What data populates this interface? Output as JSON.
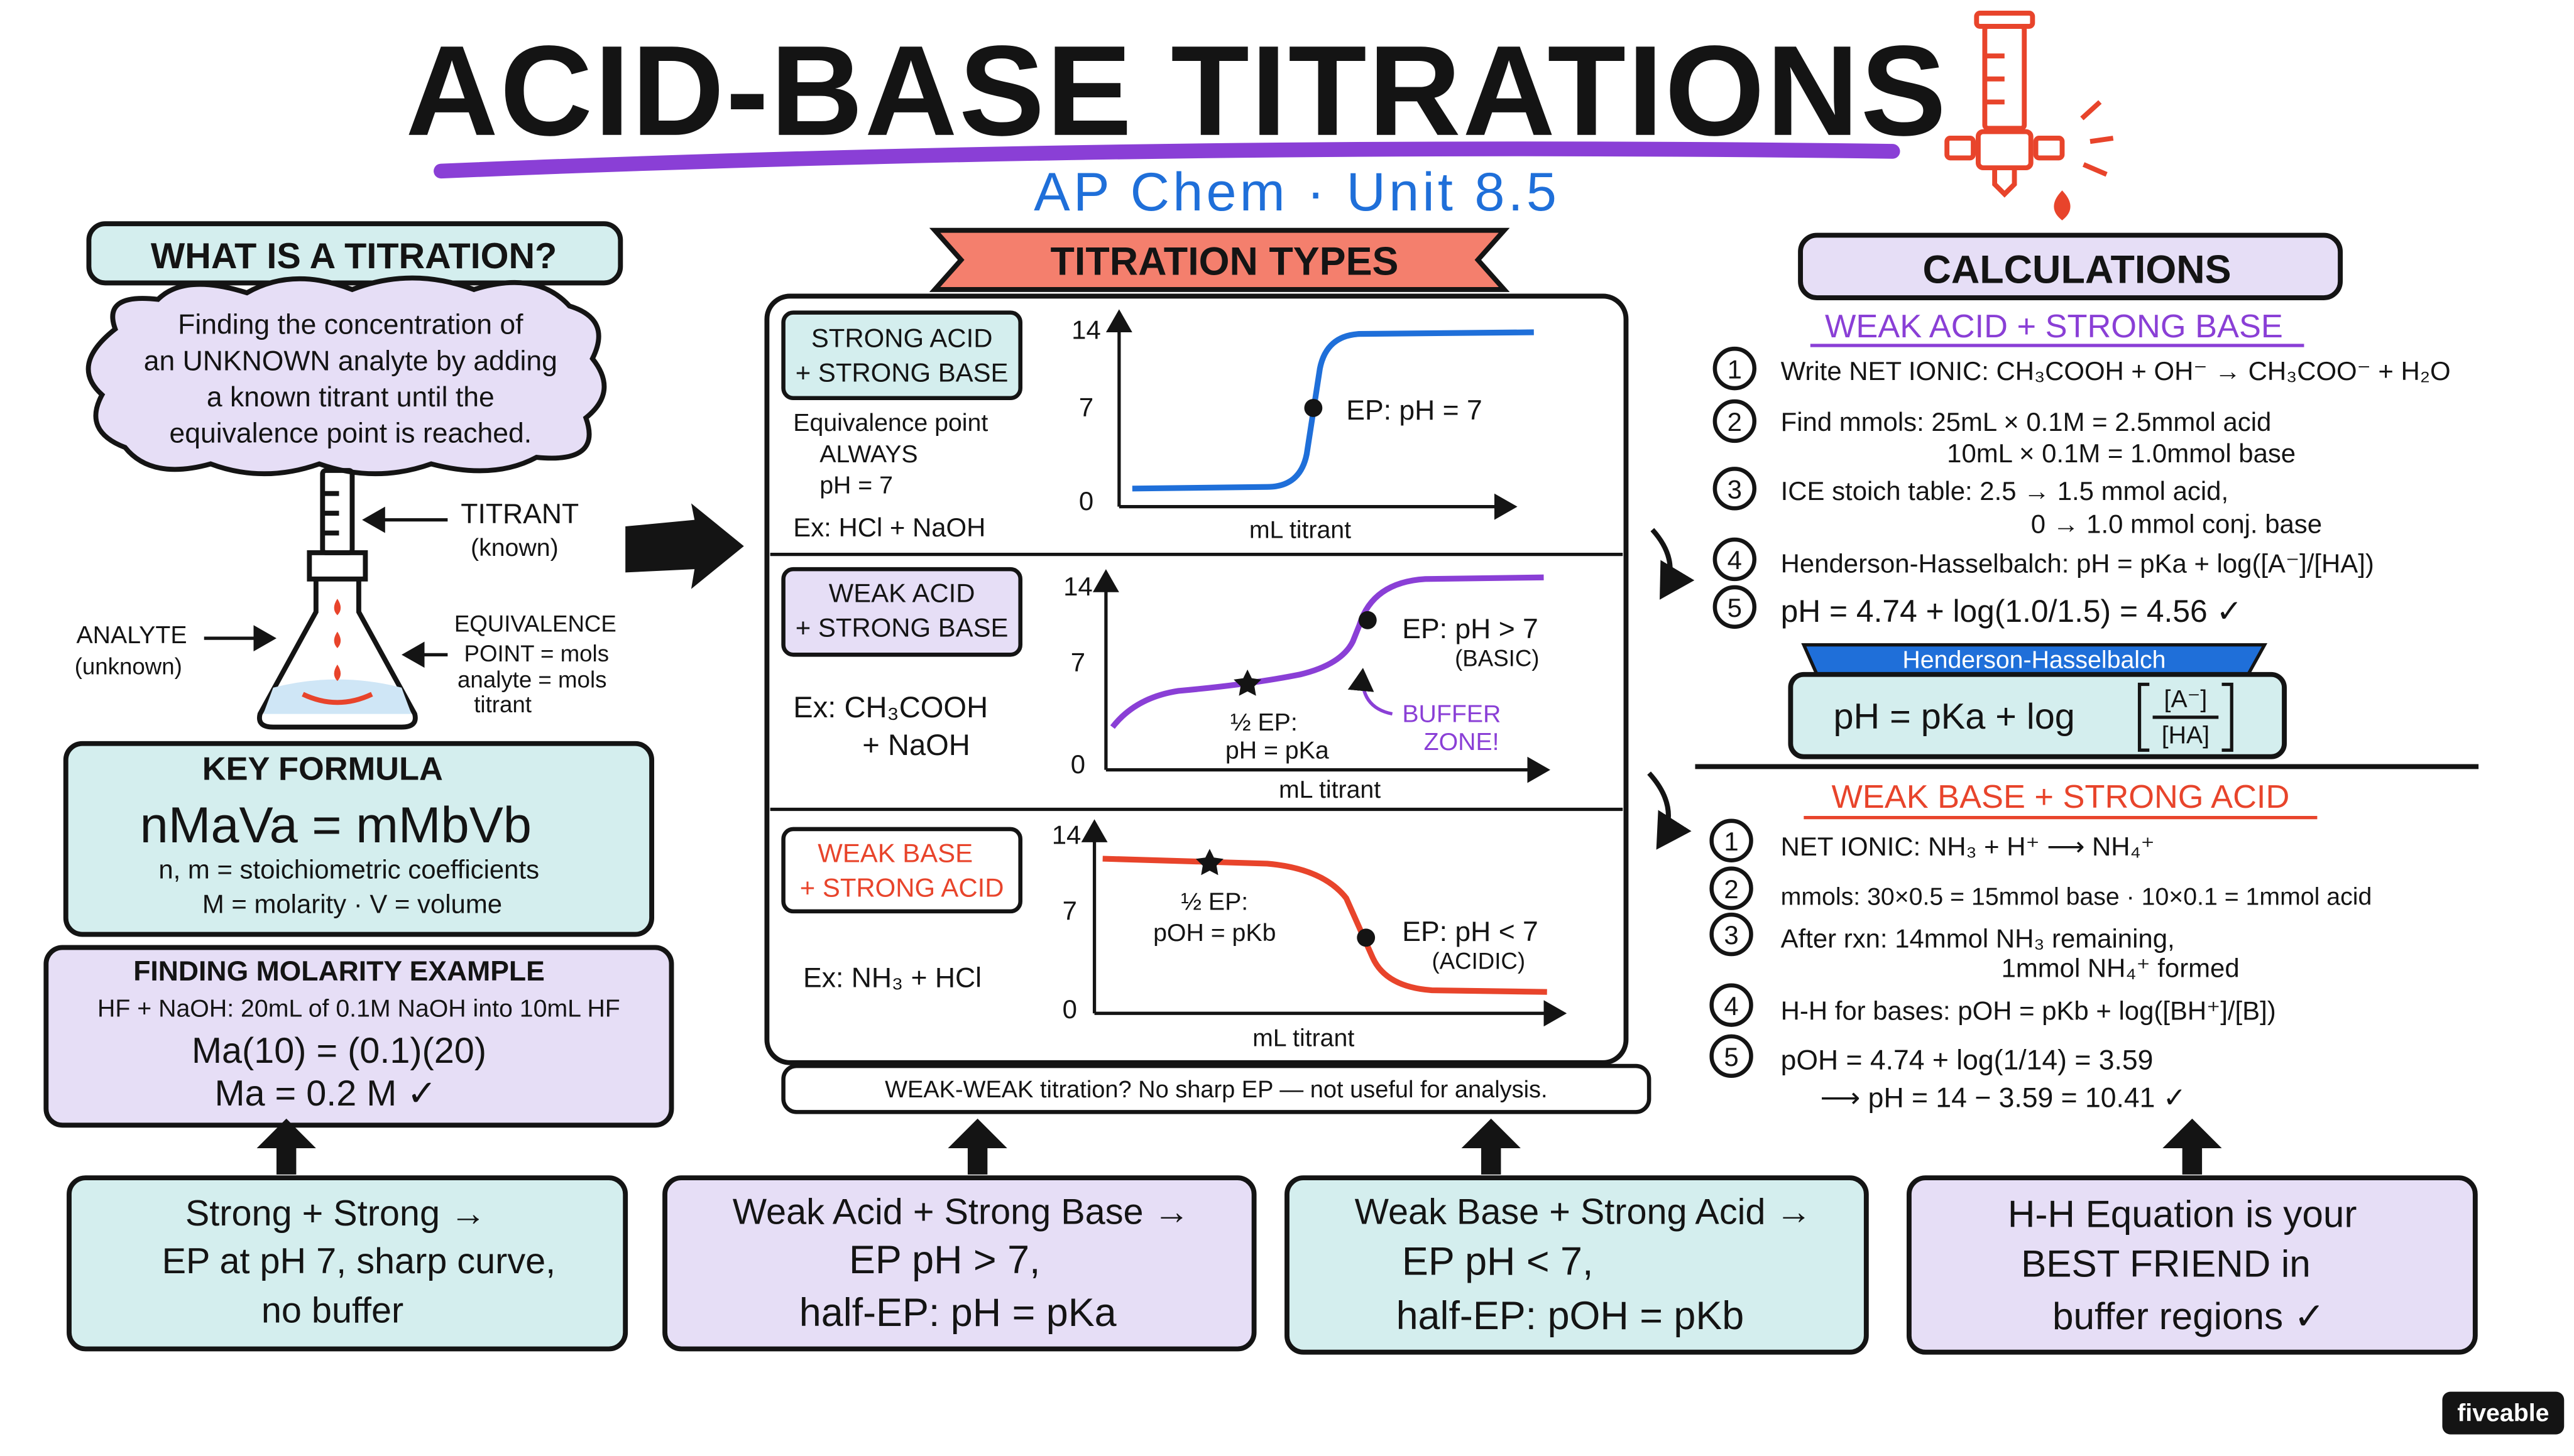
{
  "title": "ACID-BASE TITRATIONS",
  "subtitle": "AP Chem · Unit 8.5",
  "colors": {
    "teal_fill": "#d4eeee",
    "purple_fill": "#e6def6",
    "purple_accent": "#8a3fd6",
    "red_accent": "#e8442b",
    "blue_accent": "#1f6fd9",
    "salmon_fill": "#f47f6d"
  },
  "what_is": {
    "heading": "WHAT IS A TITRATION?",
    "cloud": [
      "Finding the concentration of",
      "an UNKNOWN analyte by adding",
      "a known titrant until the",
      "equivalence point is reached."
    ],
    "titrant": "TITRANT",
    "titrant_sub": "(known)",
    "analyte": "ANALYTE",
    "analyte_sub": "(unknown)",
    "equivalence": [
      "EQUIVALENCE",
      "POINT = mols",
      "analyte = mols",
      "titrant"
    ]
  },
  "key_formula": {
    "heading": "KEY FORMULA",
    "formula": "nMaVa = mMbVb",
    "line1": "n, m = stoichiometric coefficients",
    "line2": "M = molarity    ·    V = volume"
  },
  "molarity_example": {
    "heading": "FINDING MOLARITY EXAMPLE",
    "problem": "HF + NaOH: 20mL of 0.1M NaOH into 10mL HF",
    "step1": "Ma(10) = (0.1)(20)",
    "step2": "Ma  =  0.2 M ✓"
  },
  "types": {
    "banner": "TITRATION TYPES",
    "rows": [
      {
        "label": [
          "STRONG ACID",
          "+ STRONG BASE"
        ],
        "note": [
          "Equivalence point",
          "ALWAYS",
          "pH = 7"
        ],
        "example": "Ex: HCl + NaOH",
        "ep": "EP: pH = 7",
        "xlabel": "mL titrant"
      },
      {
        "label": [
          "WEAK ACID",
          "+ STRONG BASE"
        ],
        "example": [
          "Ex: CH₃COOH",
          "+ NaOH"
        ],
        "ep": "EP: pH > 7",
        "ep_sub": "(BASIC)",
        "half": [
          "½ EP:",
          "pH = pKa"
        ],
        "buffer": [
          "BUFFER",
          "ZONE!"
        ],
        "xlabel": "mL titrant"
      },
      {
        "label": [
          "WEAK BASE",
          "+ STRONG ACID"
        ],
        "example": "Ex: NH₃ + HCl",
        "ep": "EP: pH < 7",
        "ep_sub": "(ACIDIC)",
        "half": [
          "½ EP:",
          "pOH = pKb"
        ],
        "xlabel": "mL titrant"
      }
    ],
    "footer": "WEAK-WEAK titration? No sharp EP — not useful for analysis.",
    "yticks": [
      "14",
      "7",
      "0"
    ]
  },
  "calculations": {
    "heading": "CALCULATIONS",
    "weak_acid_title": "WEAK ACID + STRONG BASE",
    "wa_steps": [
      [
        "Write NET IONIC: CH₃COOH + OH⁻ → CH₃COO⁻ + H₂O"
      ],
      [
        "Find mmols:  25mL × 0.1M  =  2.5mmol  acid",
        "10mL × 0.1M  =  1.0mmol  base"
      ],
      [
        "ICE stoich table:  2.5 → 1.5 mmol acid,",
        "0 → 1.0 mmol  conj. base"
      ],
      [
        "Henderson-Hasselbalch:  pH = pKa + log([A⁻]/[HA])"
      ],
      [
        "pH = 4.74 + log(1.0/1.5) = 4.56 ✓"
      ]
    ],
    "hh_banner": "Henderson-Hasselbalch",
    "hh_formula_left": "pH = pKa + log",
    "hh_num": "[A⁻]",
    "hh_den": "[HA]",
    "weak_base_title": "WEAK BASE + STRONG ACID",
    "wb_steps": [
      [
        "NET IONIC: NH₃ + H⁺  ⟶  NH₄⁺"
      ],
      [
        "mmols: 30×0.5 = 15mmol base · 10×0.1 = 1mmol acid"
      ],
      [
        "After rxn: 14mmol NH₃ remaining,",
        "1mmol NH₄⁺ formed"
      ],
      [
        "H-H for bases: pOH = pKb + log([BH⁺]/[B])"
      ],
      [
        "pOH = 4.74 + log(1/14) = 3.59",
        "⟶ pH = 14 − 3.59 = 10.41 ✓"
      ]
    ],
    "step_numbers": [
      "1",
      "2",
      "3",
      "4",
      "5"
    ]
  },
  "summary": [
    [
      "Strong + Strong →",
      "EP at pH 7, sharp curve,",
      "no buffer"
    ],
    [
      "Weak Acid + Strong Base →",
      "EP  pH > 7,",
      "half-EP: pH = pKa"
    ],
    [
      "Weak Base + Strong Acid →",
      "EP  pH < 7,",
      "half-EP: pOH = pKb"
    ],
    [
      "H-H Equation is your",
      "BEST FRIEND in",
      "buffer regions ✓"
    ]
  ],
  "logo": "fiveable"
}
